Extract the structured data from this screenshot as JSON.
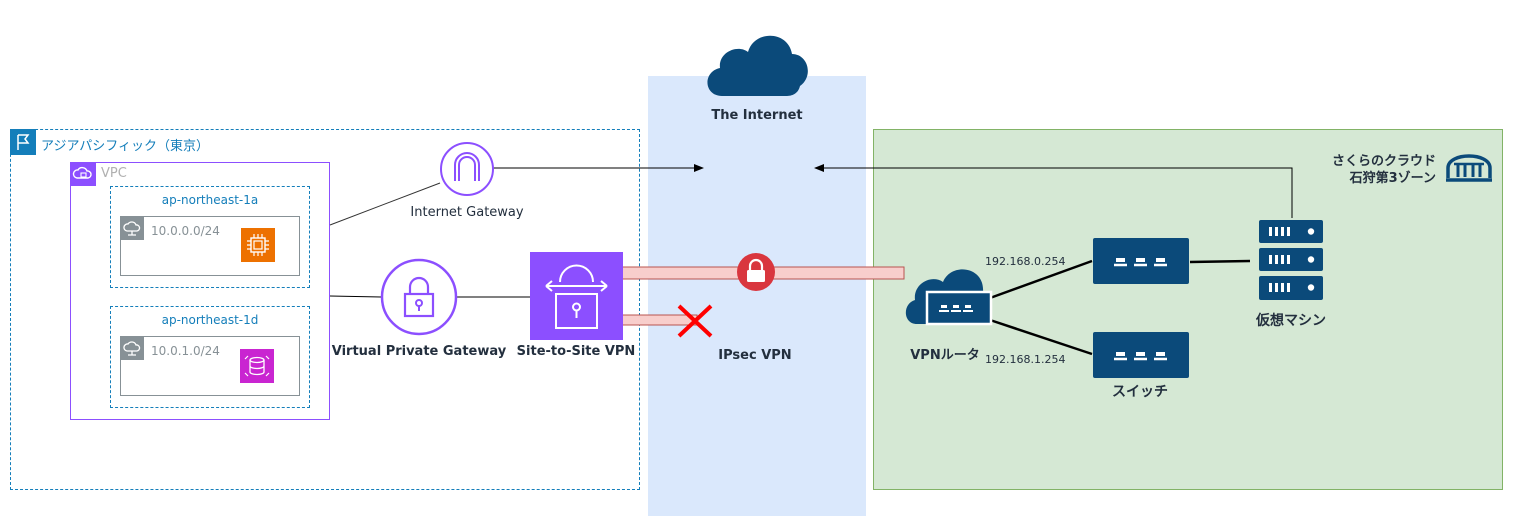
{
  "internet": {
    "label": "The Internet"
  },
  "aws": {
    "region_label": "アジアパシフィック（東京）",
    "vpc_label": "VPC",
    "az_a": {
      "label": "ap-northeast-1a",
      "subnet_cidr": "10.0.0.0/24"
    },
    "az_d": {
      "label": "ap-northeast-1d",
      "subnet_cidr": "10.0.1.0/24"
    },
    "igw_label": "Internet Gateway",
    "vgw_label": "Virtual Private Gateway",
    "s2s_label": "Site-to-Site VPN"
  },
  "vpn": {
    "label": "IPsec VPN"
  },
  "sakura": {
    "zone_line1": "さくらのクラウド",
    "zone_line2": "石狩第3ゾーン",
    "router_label": "VPNルータ",
    "ip_upper": "192.168.0.254",
    "ip_lower": "192.168.1.254",
    "switch_label": "スイッチ",
    "vm_label": "仮想マシン"
  },
  "colors": {
    "internet_bg": "#dae8fc",
    "sakura_bg": "#d5e8d4",
    "sakura_border": "#82b366",
    "region_border": "#147eba",
    "vpc_border": "#8c4fff",
    "aws_purple": "#8c4fff",
    "ec2_orange": "#ed7100",
    "rds_magenta": "#c925d1",
    "cloud_navy": "#0b4a7a",
    "vpn_lock_red": "#d9363e",
    "tunnel_fill": "#f8cecc",
    "tunnel_border": "#b85450",
    "fail_cross": "#ff0000"
  }
}
